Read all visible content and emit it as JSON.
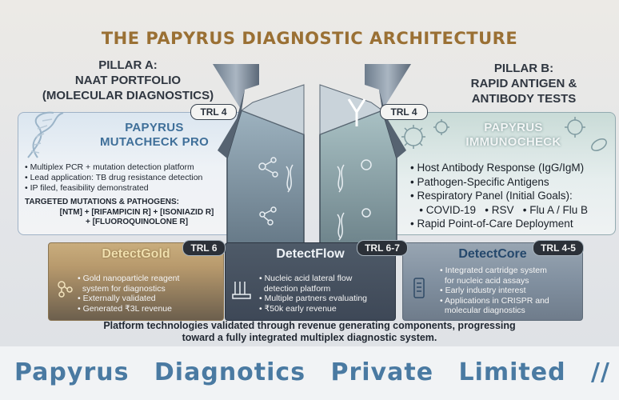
{
  "title": "THE PAPYRUS DIAGNOSTIC ARCHITECTURE",
  "pillar_a": {
    "heading": [
      "PILLAR A:",
      "NAAT PORTFOLIO",
      "(MOLECULAR DIAGNOSTICS)"
    ],
    "trl": "TRL 4",
    "product_name": [
      "PAPYRUS",
      "MUTACHECK PRO"
    ],
    "bullets": [
      "• Multiplex PCR + mutation detection platform",
      "• Lead application: TB drug resistance detection",
      "• IP filed, feasibility demonstrated"
    ],
    "targets_title": "TARGETED MUTATIONS & PATHOGENS:",
    "targets_line1": "[NTM] + [RIFAMPICIN R] + [ISONIAZID R]",
    "targets_line2": "+ [FLUOROQUINOLONE R]"
  },
  "pillar_b": {
    "heading": [
      "PILLAR B:",
      "RAPID ANTIGEN &",
      "ANTIBODY TESTS"
    ],
    "trl": "TRL 4",
    "product_name": [
      "PAPYRUS",
      "IMMUNOCHECK"
    ],
    "bullets": [
      "• Host Antibody Response (IgG/IgM)",
      "• Pathogen-Specific Antigens",
      "• Respiratory Panel (Initial Goals):",
      "   • COVID-19   • RSV   • Flu A / Flu B",
      "• Rapid Point-of-Care Deployment"
    ]
  },
  "components": [
    {
      "name": "DetectGold",
      "trl": "TRL 6",
      "bullets": [
        "• Gold nanoparticle reagent",
        "  system for diagnostics",
        "• Externally validated",
        "• Generated ₹3L revenue"
      ]
    },
    {
      "name": "DetectFlow",
      "trl": "TRL 6-7",
      "bullets": [
        "• Nucleic acid lateral flow",
        "  detection platform",
        "• Multiple partners evaluating",
        "• ₹50k early revenue"
      ]
    },
    {
      "name": "DetectCore",
      "trl": "TRL 4-5",
      "bullets": [
        "• Integrated cartridge system",
        "  for nucleic acid assays",
        "• Early industry interest",
        "• Applications in CRISPR and",
        "  molecular diagnostics"
      ]
    }
  ],
  "footer_note": [
    "Platform technologies validated through revenue generating components, progressing",
    "toward a fully integrated multiplex diagnostic system."
  ],
  "banner": "Papyrus Diagnotics Private Limited //",
  "colors": {
    "title_gold": "#9a7034",
    "mutacheck_blue": "#3f6f99",
    "banner_blue": "#4a7aa2",
    "gold_card": "#b89a6d",
    "flow_card": "#3e4857",
    "core_card": "#8190a0"
  },
  "icons": [
    "dna-helix-icon",
    "molecule-icon",
    "antibody-icon",
    "virus-icon",
    "test-tube-rack-icon",
    "cartridge-icon"
  ]
}
